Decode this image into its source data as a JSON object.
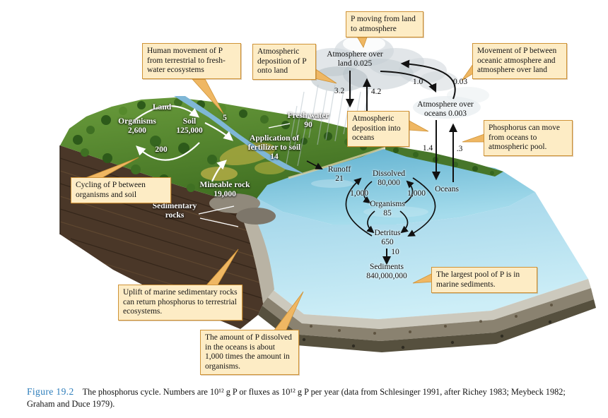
{
  "figure": {
    "label": "Figure 19.2",
    "caption": "The phosphorus cycle. Numbers are 10¹² g P or fluxes as 10¹² g P per year (data from Schlesinger 1991, after Richey 1983; Meybeck 1982; Graham and Duce 1979)."
  },
  "colors": {
    "callout_fill": "#fdecc5",
    "callout_border": "#cf9337",
    "callout_pointer": "#efb763",
    "figure_label": "#2b7cba",
    "ocean_surface": "#8ecbe2",
    "ocean_face": "#bfe6f2",
    "land_green": "#53862e",
    "cliff_brown": "#4a3728",
    "arrow_black": "#111111",
    "arrow_white": "#ffffff"
  },
  "callouts": [
    {
      "id": "p-moving",
      "text": "P moving from land to atmosphere"
    },
    {
      "id": "human-movement",
      "text": "Human movement of P from terrestrial to fresh-water ecosystems"
    },
    {
      "id": "atm-deposition-land",
      "text": "Atmospheric deposition of P onto land"
    },
    {
      "id": "movement-between-atmospheres",
      "text": "Movement of P between oceanic atmosphere and atmosphere over land"
    },
    {
      "id": "atm-deposition-oceans",
      "text": "Atmospheric deposition into oceans"
    },
    {
      "id": "oceans-to-atmosphere",
      "text": "Phosphorus can move from oceans to atmospheric pool."
    },
    {
      "id": "cycling-organisms-soil",
      "text": "Cycling of P between organisms and soil"
    },
    {
      "id": "largest-pool",
      "text": "The largest pool of P is in marine sediments."
    },
    {
      "id": "uplift",
      "text": "Uplift of marine sedimentary rocks can return phosphorus to terrestrial ecosystems."
    },
    {
      "id": "amount-dissolved",
      "text": "The amount of P dissolved in the oceans is about 1,000 times the amount in organisms."
    }
  ],
  "pools": {
    "atmosphere_land": {
      "line1": "Atmosphere over",
      "line2": "land 0.025"
    },
    "atmosphere_oceans": {
      "line1": "Atmosphere over",
      "line2": "oceans 0.003"
    },
    "organisms_land": {
      "name": "Organisms",
      "value": "2,600"
    },
    "soil": {
      "name": "Soil",
      "value": "125,000"
    },
    "fresh_water": {
      "name": "Fresh water",
      "value": "90"
    },
    "mineable_rock": {
      "name": "Mineable rock",
      "value": "19,000"
    },
    "dissolved": {
      "name": "Dissolved",
      "value": "80,000"
    },
    "organisms_ocean": {
      "name": "Organisms",
      "value": "85"
    },
    "detritus": {
      "name": "Detritus",
      "value": "650"
    },
    "sediments": {
      "name": "Sediments",
      "value": "840,000,000"
    }
  },
  "labels": {
    "land": "Land",
    "oceans": "Oceans",
    "runoff": "Runoff",
    "sedimentary_rocks": "Sedimentary rocks",
    "fertilizer_application": "Application of fertilizer to soil"
  },
  "fluxes": {
    "land_deposition": "3.2",
    "land_to_atmosphere": "4.2",
    "atm_land_to_ocean": "1.0",
    "atm_ocean_to_land": "0.03",
    "ocean_deposition": "1.4",
    "ocean_to_atmosphere": ".3",
    "soil_to_organisms": "200",
    "land_to_freshwater": "5",
    "fertilizer_to_soil": "14",
    "runoff": "21",
    "dissolved_to_organisms": "1,000",
    "organisms_to_dissolved": "1,000",
    "detritus_to_sediments": "10"
  }
}
